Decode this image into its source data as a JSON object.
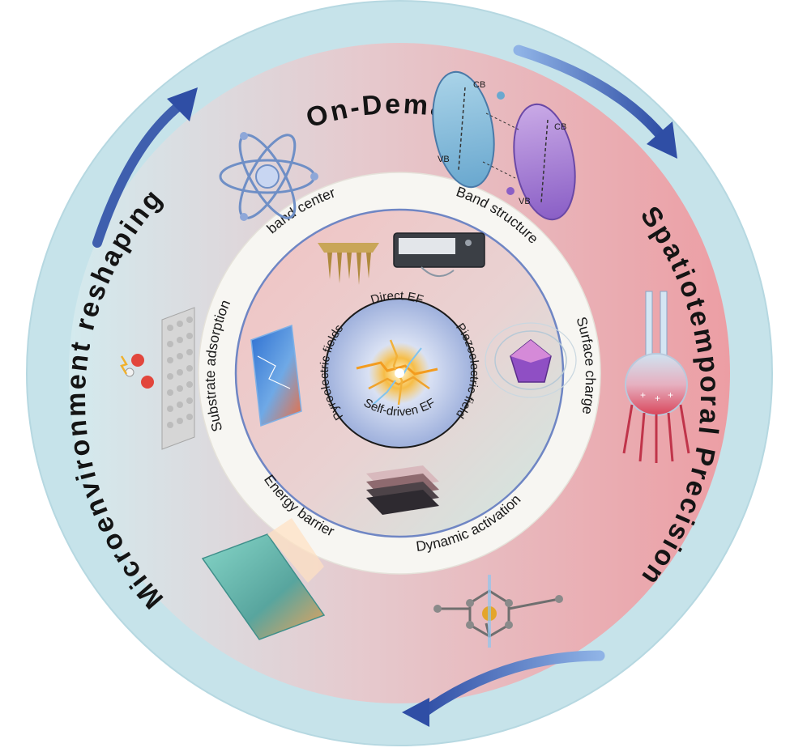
{
  "outer_ring": {
    "top": "On-Demand",
    "right": "Spatiotemporal Precision",
    "left": "Microenvironment reshaping"
  },
  "middle_ring": {
    "band_center": "band center",
    "band_structure": "Band structure",
    "surface_charge": "Surface charge",
    "dynamic_activation": "Dynamic activation",
    "energy_barrier": "Energy barrier",
    "substrate_adsorption": "Substrate adsorption"
  },
  "inner_ring": {
    "direct_ef": "Direct EF",
    "piezoelectric_field": "Piezoelectric field",
    "self_driven_ef": "Self-driven EF",
    "pyroelectric_fields": "Pyroelectric fields"
  },
  "band_diagram": {
    "cb": "CB",
    "vb": "VB"
  },
  "colors": {
    "outer_ring": "#c9e6ec",
    "left_fill": "#cfe7ec",
    "right_fill": "#eaa3a8",
    "middle_ring": "#f6f6f2",
    "inner_border": "#6f86c4",
    "arrow": "#3f5fae"
  }
}
